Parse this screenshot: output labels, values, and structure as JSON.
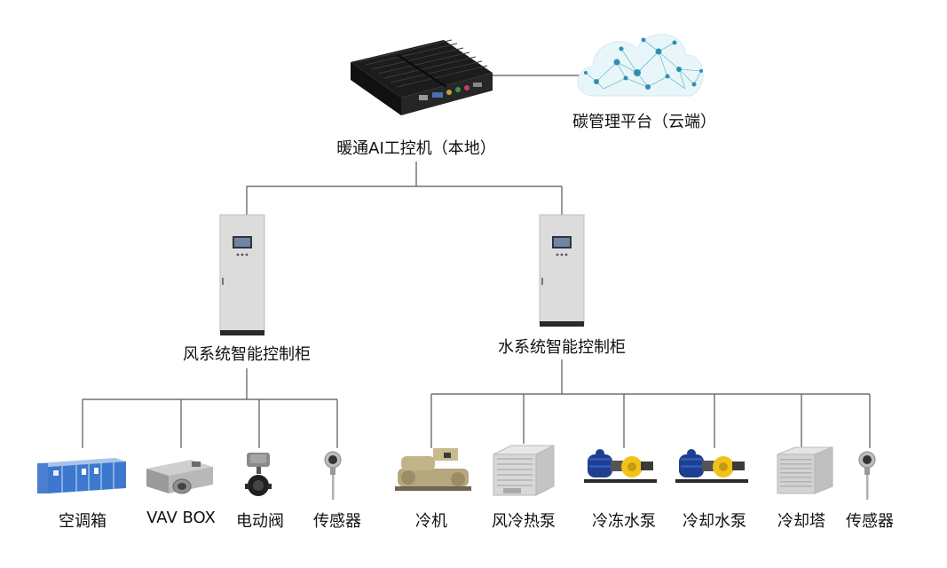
{
  "industrial_pc": {
    "label": "暖通AI工控机（本地）",
    "icon": "fanless-industrial-pc-icon"
  },
  "cloud": {
    "label": "碳管理平台（云端）",
    "icon": "network-cloud-icon"
  },
  "cabinets": [
    {
      "label": "风系统智能控制柜",
      "icon": "control-cabinet-icon"
    },
    {
      "label": "水系统智能控制柜",
      "icon": "control-cabinet-icon"
    }
  ],
  "air_devices": [
    {
      "label": "空调箱",
      "icon": "air-handling-unit-icon"
    },
    {
      "label": "VAV BOX",
      "icon": "vav-box-icon"
    },
    {
      "label": "电动阀",
      "icon": "motorized-valve-icon"
    },
    {
      "label": "传感器",
      "icon": "sensor-icon"
    }
  ],
  "water_devices": [
    {
      "label": "冷机",
      "icon": "chiller-icon"
    },
    {
      "label": "风冷热泵",
      "icon": "heat-pump-icon"
    },
    {
      "label": "冷冻水泵",
      "icon": "water-pump-icon"
    },
    {
      "label": "冷却水泵",
      "icon": "water-pump-icon"
    },
    {
      "label": "冷却塔",
      "icon": "cooling-tower-icon"
    },
    {
      "label": "传感器",
      "icon": "sensor-icon"
    }
  ],
  "colors": {
    "line": "#555555",
    "cabinet": "#dcdcdc",
    "pump_blue": "#1d3f8f",
    "pump_yellow": "#f2c21a",
    "cloud": "#55b7c8"
  }
}
